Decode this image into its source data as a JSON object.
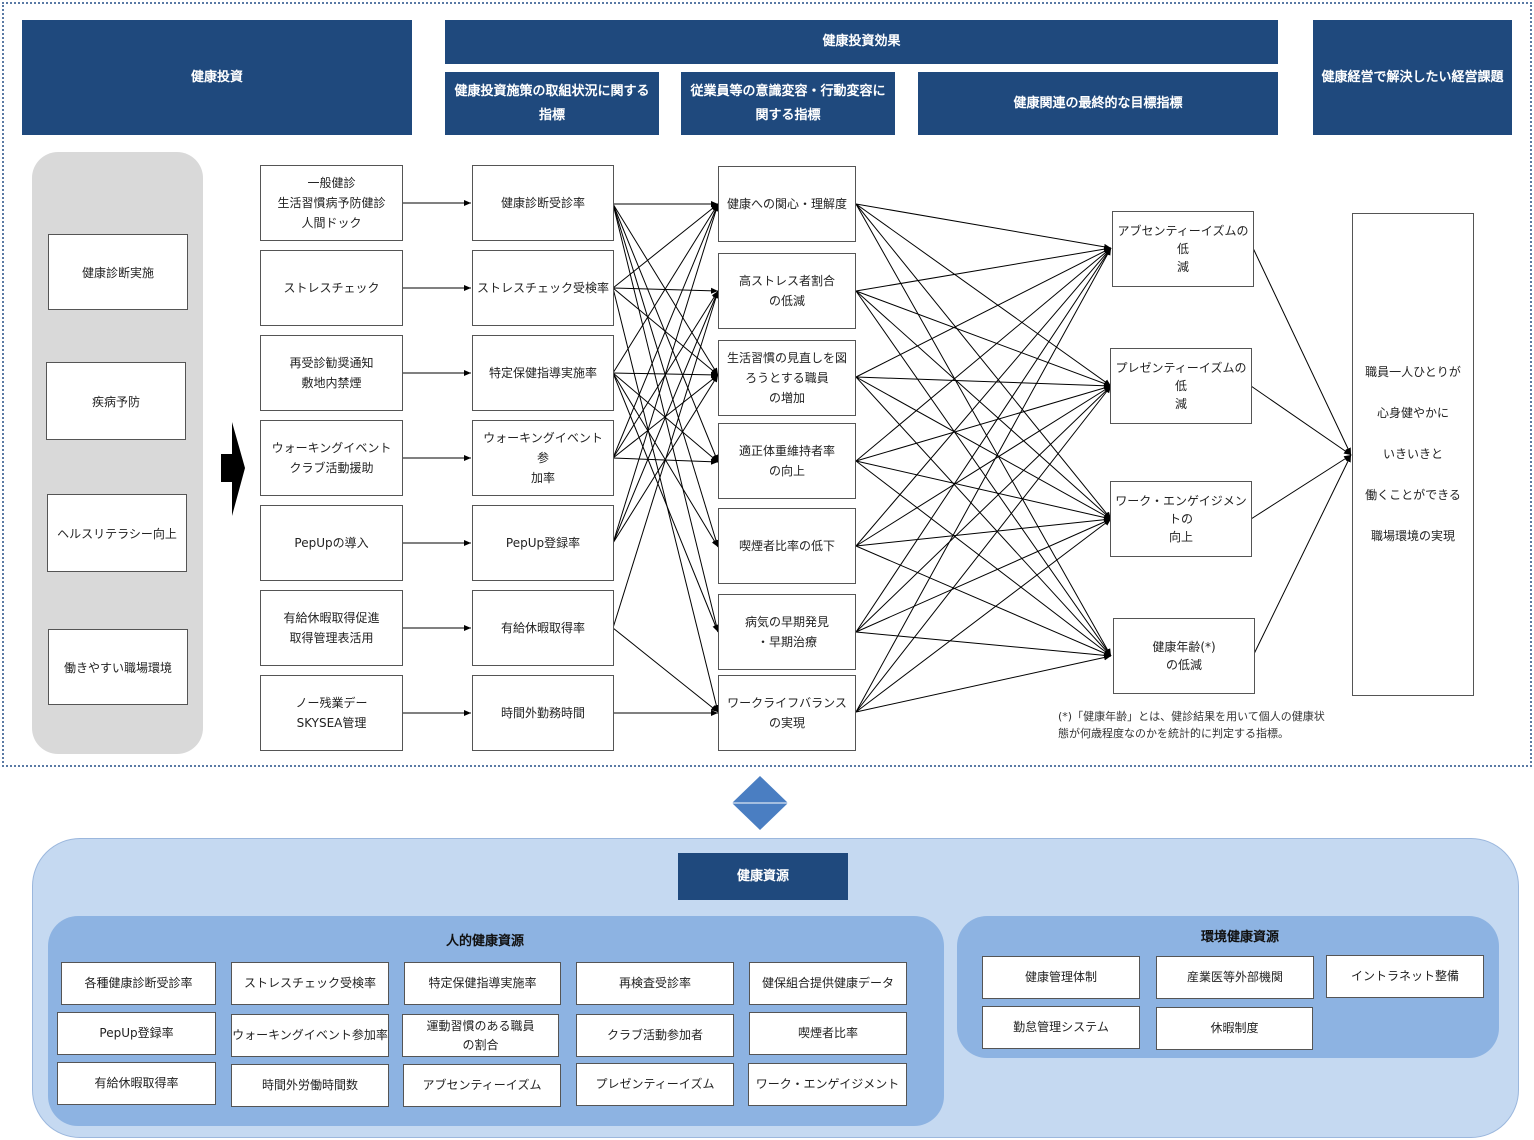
{
  "headers": {
    "investment": "健康投資",
    "effect": "健康投資効果",
    "effect_sub1": "健康投資施策の取組状況に関する指標",
    "effect_sub2": "従業員等の意識変容・行動変容に関する指標",
    "effect_sub3": "健康関連の最終的な目標指標",
    "management": "健康経営で解決したい経営課題"
  },
  "left_items": [
    "健康診断実施",
    "疾病予防",
    "ヘルスリテラシー向上",
    "働きやすい職場環境"
  ],
  "col1": [
    "一般健診\n生活習慣病予防健診\n人間ドック",
    "ストレスチェック",
    "再受診勧奨通知\n敷地内禁煙",
    "ウォーキングイベント\nクラブ活動援助",
    "PepUpの導入",
    "有給休暇取得促進\n取得管理表活用",
    "ノー残業デー\nSKYSEA管理"
  ],
  "col2": [
    "健康診断受診率",
    "ストレスチェック受検率",
    "特定保健指導実施率",
    "ウォーキングイベント　参\n加率",
    "PepUp登録率",
    "有給休暇取得率",
    "時間外勤務時間"
  ],
  "col3": [
    "健康への関心・理解度",
    "高ストレス者割合\nの低減",
    "生活習慣の見直しを図\nろうとする職員\nの増加",
    "適正体重維持者率\nの向上",
    "喫煙者比率の低下",
    "病気の早期発見\n・早期治療",
    "ワークライフバランス\nの実現"
  ],
  "col4": [
    "アブセンティーイズムの低\n減",
    "プレゼンティーイズムの低\n減",
    "ワーク・エンゲイジメントの\n向上",
    "健康年齢(*)\nの低減"
  ],
  "final_lines": [
    "職員一人ひとりが",
    "心身健やかに",
    "いきいきと",
    "働くことができる",
    "職場環境の実現"
  ],
  "note": "(*)「健康年齢」とは、健診結果を用いて個人の健康状\n態が何歳程度なのかを統計的に判定する指標。",
  "resources": {
    "title": "健康資源",
    "human_title": "人的健康資源",
    "human_items": [
      "各種健康診断受診率",
      "ストレスチェック受検率",
      "特定保健指導実施率",
      "再検査受診率",
      "健保組合提供健康データ",
      "PepUp登録率",
      "ウォーキングイベント参加率",
      "運動習慣のある職員\nの割合",
      "クラブ活動参加者",
      "喫煙者比率",
      "有給休暇取得率",
      "時間外労働時間数",
      "アブセンティーイズム",
      "プレゼンティーイズム",
      "ワーク・エンゲイジメント"
    ],
    "env_title": "環境健康資源",
    "env_items": [
      "健康管理体制",
      "産業医等外部機関",
      "イントラネット整備",
      "勤怠管理システム",
      "休暇制度"
    ]
  },
  "colors": {
    "header": "#1f497d",
    "panel": "#c5d9f1",
    "subpanel": "#8db3e2",
    "leftpanel": "#d9d9d9",
    "diamond": "#4a7ec2"
  }
}
